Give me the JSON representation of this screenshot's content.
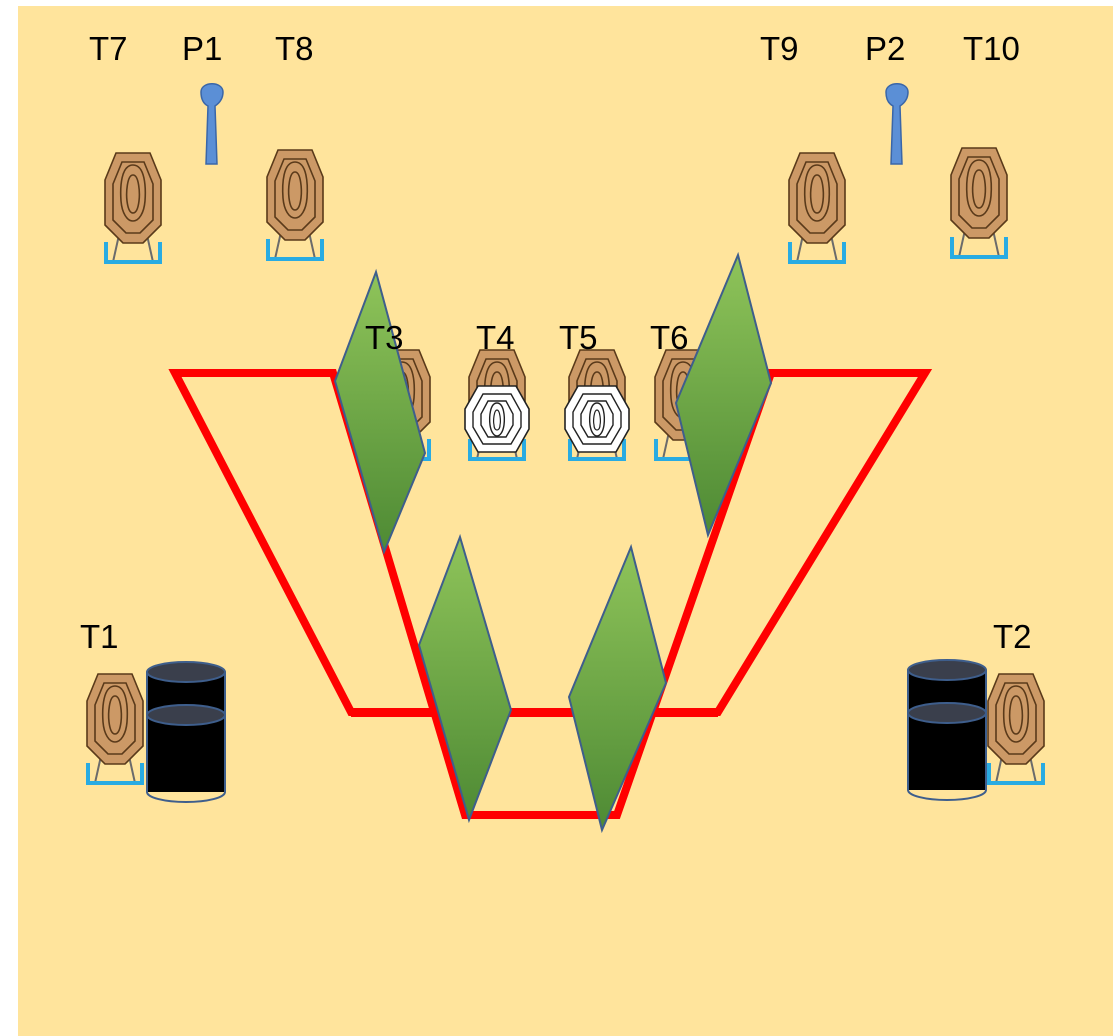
{
  "colors": {
    "background": "#FFE49C",
    "fault_line": "#FF0000",
    "target_fill": "#CC9966",
    "target_stroke": "#5A3A1A",
    "stand": "#29ABE2",
    "no_shoot_fill": "#FFFFFF",
    "popper": "#5B8FD6",
    "barrel": "#000000",
    "barrel_top": "#3A3F4C",
    "wall_top": "#8FC45A",
    "wall_bottom": "#4E8A34",
    "wall_stroke": "#3E5E8C"
  },
  "labels": {
    "t1": "T1",
    "t2": "T2",
    "t3": "T3",
    "t4": "T4",
    "t5": "T5",
    "t6": "T6",
    "t7": "T7",
    "t8": "T8",
    "t9": "T9",
    "t10": "T10",
    "p1": "P1",
    "p2": "P2"
  }
}
